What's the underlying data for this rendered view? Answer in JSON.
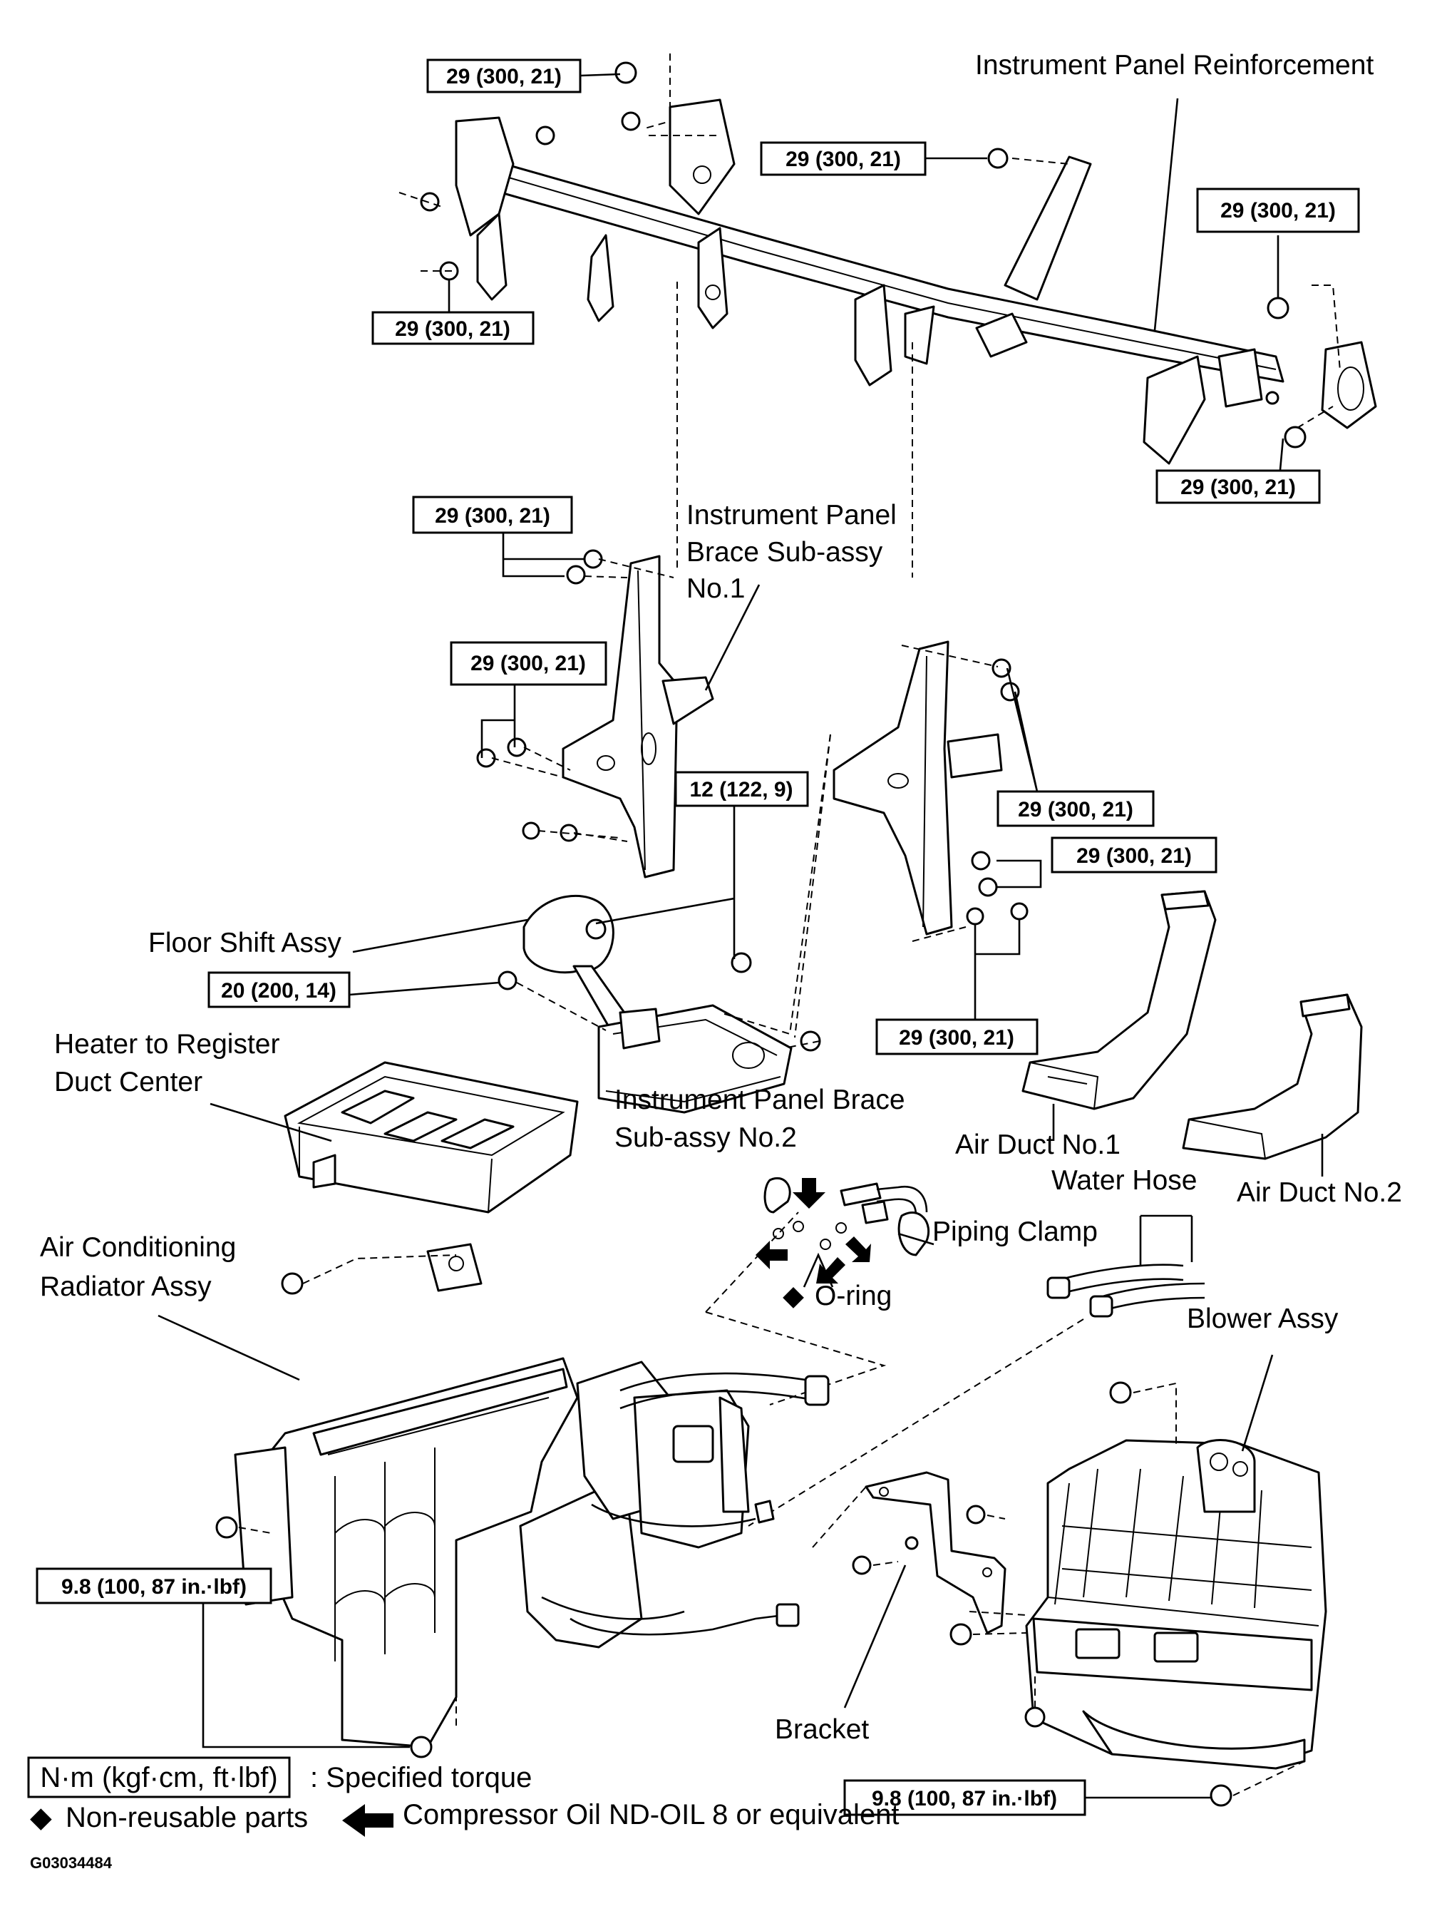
{
  "labels": {
    "ip_reinforcement": "Instrument Panel Reinforcement",
    "ip_brace_no1_l1": "Instrument Panel",
    "ip_brace_no1_l2": "Brace  Sub-assy",
    "ip_brace_no1_l3": "No.1",
    "floor_shift": "Floor Shift Assy",
    "heater_duct_l1": "Heater to Register",
    "heater_duct_l2": "Duct Center",
    "ip_brace_no2_l1": "Instrument Panel Brace",
    "ip_brace_no2_l2": "Sub-assy  No.2",
    "air_duct_1": "Air Duct No.1",
    "air_duct_2": "Air Duct No.2",
    "water_hose": "Water Hose",
    "piping_clamp": "Piping Clamp",
    "o_ring": "O-ring",
    "ac_radiator_l1": "Air Conditioning",
    "ac_radiator_l2": "Radiator Assy",
    "blower": "Blower Assy",
    "bracket": "Bracket"
  },
  "torques": {
    "t29": "29 (300, 21)",
    "t29_paren": "29 (300, 21)",
    "t12": "12 (122, 9)",
    "t20": "20 (200, 14)",
    "t98": "9.8 (100, 87 in.·lbf)"
  },
  "legend": {
    "unit_box": "N·m (kgf·cm, ft·lbf)",
    "unit_text": ": Specified torque",
    "nonreusable_symbol": "◆",
    "nonreusable_text": "Non-reusable parts",
    "oil_text": "Compressor Oil ND-OIL 8 or equivalent"
  },
  "figure_code": "G03034484",
  "icons": [
    "diamond-icon",
    "arrow-left-icon",
    "bolt-icon",
    "nut-icon"
  ]
}
